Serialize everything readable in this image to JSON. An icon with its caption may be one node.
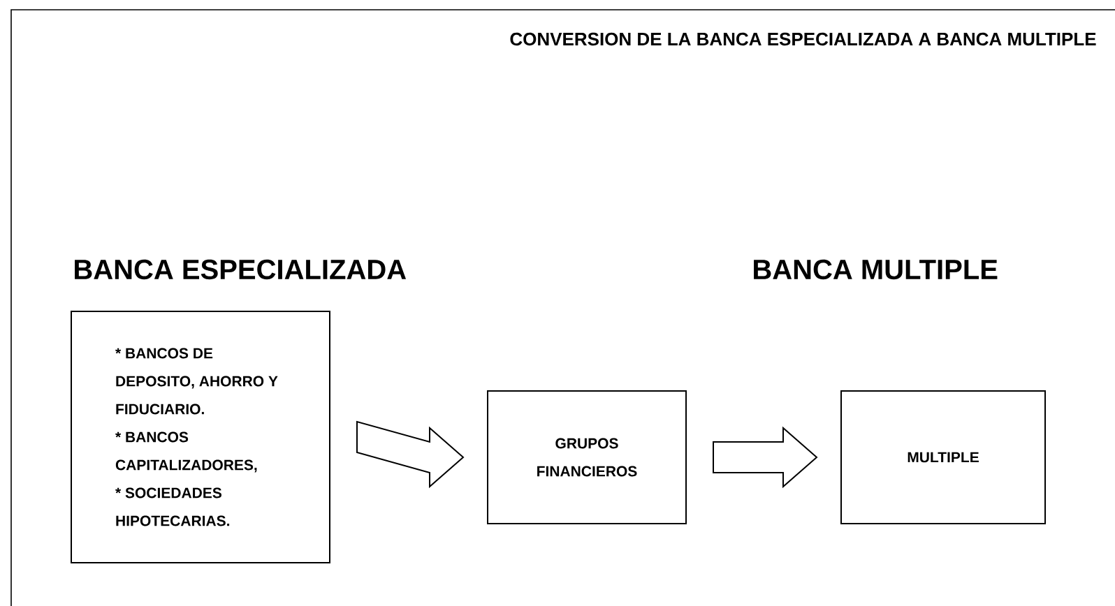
{
  "diagram": {
    "title": "CONVERSION DE LA BANCA ESPECIALIZADA A BANCA MULTIPLE",
    "nodes": [
      {
        "text": [
          "* BANCOS DE DEPOSITO, AHORRO Y FIDUCIARIO.",
          "* BANCOS CAPITALIZADORES,",
          "* SOCIEDADES HIPOTECARIAS."
        ]
      },
      {
        "text": [
          "GRUPOS FINANCIEROS"
        ]
      },
      {
        "text": [
          "MULTIPLE"
        ]
      }
    ],
    "edges": [
      {
        "from": 0,
        "to": 1,
        "arrow": "to"
      },
      {
        "from": 1,
        "to": 2,
        "arrow": "to"
      }
    ],
    "labels": [
      "BANCA ESPECIALIZADA",
      "BANCA MULTIPLE"
    ]
  }
}
